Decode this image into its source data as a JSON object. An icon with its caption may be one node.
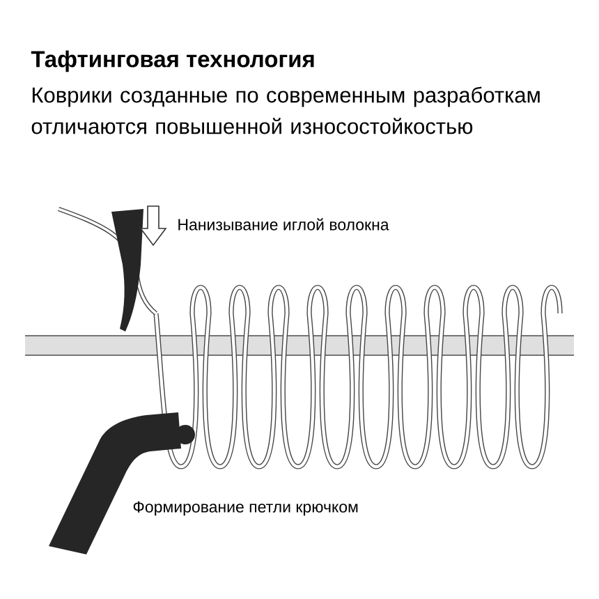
{
  "diagram": {
    "title": "Тафтинговая технология",
    "labels": [
      "Коврики созданные по современным разработкам отличаются повышенной износостойкостью",
      "Нанизывание иглой волокна",
      "Формирование петли крючком"
    ]
  }
}
